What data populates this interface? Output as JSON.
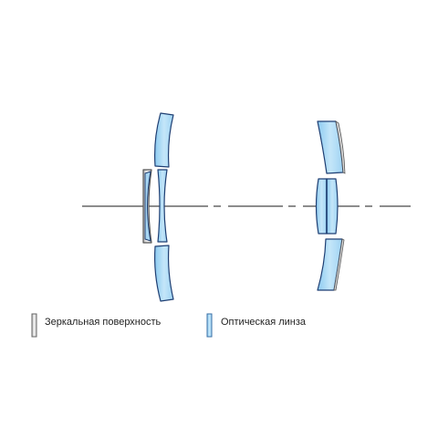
{
  "diagram": {
    "type": "optical-scheme",
    "elements": [
      "mirror-surface",
      "optical-lens"
    ]
  },
  "legend": {
    "items": [
      {
        "key": "mirror",
        "label": "Зеркальная поверхность"
      },
      {
        "key": "lens",
        "label": "Оптическая линза"
      }
    ]
  },
  "colors": {
    "lens_fill": "#a8d6f2",
    "lens_stroke": "#1f3f73",
    "mirror_fill": "#e6e6e6",
    "mirror_stroke": "#555555",
    "axis": "#1a1a1a"
  }
}
